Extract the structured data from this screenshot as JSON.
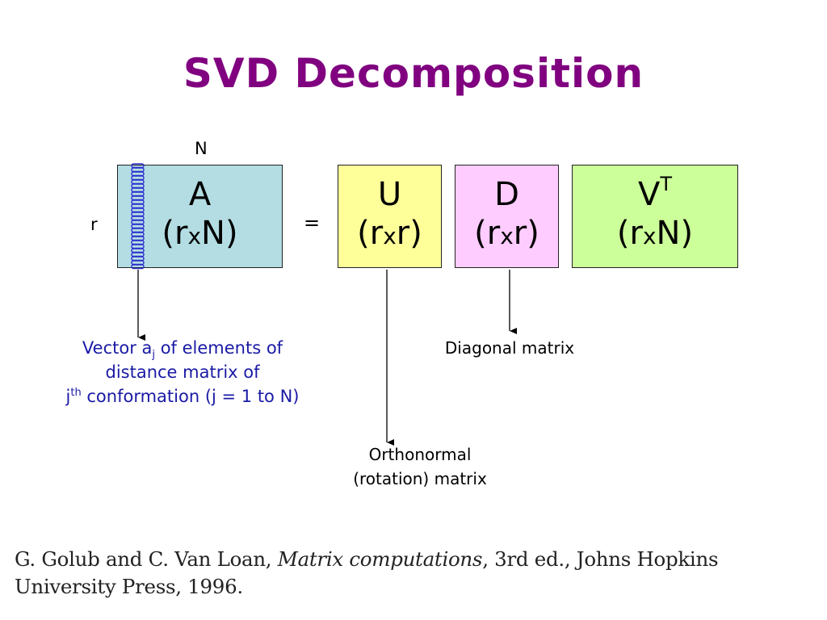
{
  "title": "SVD Decomposition",
  "label_n": "N",
  "label_r": "r",
  "equals": "=",
  "colors": {
    "title": "#800080",
    "box_a": "#b3dde3",
    "box_u": "#ffff9a",
    "box_d": "#ffccff",
    "box_vt": "#ccff99",
    "vector_strip": "#2b2bcc",
    "caption_blue": "#1a1aa6"
  },
  "matrices": {
    "a": {
      "name": "A",
      "open": "(r",
      "x": "x",
      "close": "N)"
    },
    "u": {
      "name": "U",
      "open": "(r",
      "x": "x",
      "close": "r)"
    },
    "d": {
      "name": "D",
      "open": "(r",
      "x": "x",
      "close": "r)"
    },
    "vt": {
      "name": "V",
      "sup": "T",
      "open": "(r",
      "x": "x",
      "close": "N)"
    }
  },
  "vector_caption": {
    "line1_pre": "Vector a",
    "line1_sub": "j",
    "line1_post": " of elements of",
    "line2": "distance matrix of",
    "line3_pre": "j",
    "line3_sup": "th",
    "line3_post": " conformation (j = 1 to N)"
  },
  "diagonal_caption": "Diagonal matrix",
  "orthonormal_caption": {
    "line1": "Orthonormal",
    "line2": "(rotation) matrix"
  },
  "reference": {
    "authors": "G. Golub and C. Van Loan, ",
    "book": "Matrix computations",
    "rest": ", 3rd ed., Johns Hopkins University Press, 1996."
  }
}
